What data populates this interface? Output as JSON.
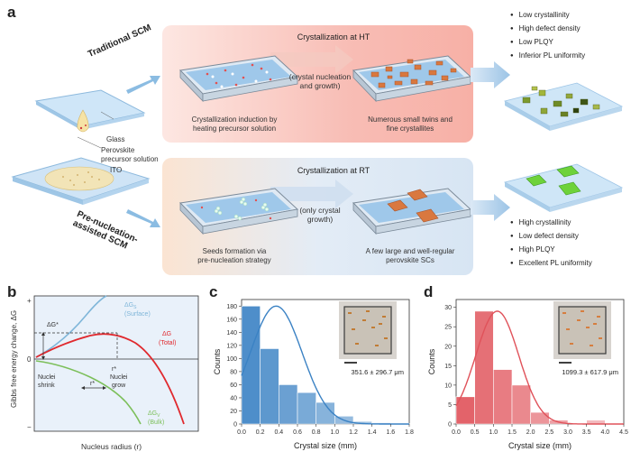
{
  "panel_a": {
    "label": "a",
    "traditional_label": "Traditional SCM",
    "prenuc_label_1": "Pre-nucleation-",
    "prenuc_label_2": "assisted SCM",
    "glass_label": "Glass",
    "precursor_label_1": "Perovskite",
    "precursor_label_2": "precursor solution",
    "ito_label": "ITO",
    "top": {
      "title": "Crystallization at HT",
      "middle_1": "(crystal nucleation",
      "middle_2": "and growth)",
      "left_caption_1": "Crystallization induction by",
      "left_caption_2": "heating precursor solution",
      "right_caption_1": "Numerous small twins and",
      "right_caption_2": "fine crystallites",
      "bullets": [
        "Low crystallinity",
        "High defect density",
        "Low PLQY",
        "Inferior PL uniformity"
      ]
    },
    "bottom": {
      "title": "Crystallization at RT",
      "middle_1": "(only crystal",
      "middle_2": "growth)",
      "left_caption_1": "Seeds formation via",
      "left_caption_2": "pre-nucleation strategy",
      "right_caption_1": "A few large and well-regular",
      "right_caption_2": "perovskite SCs",
      "bullets": [
        "High crystallinity",
        "Low defect density",
        "High PLQY",
        "Excellent PL uniformity"
      ]
    }
  },
  "panel_b": {
    "label": "b",
    "ylabel": "Gibbs free energy change, ΔG",
    "xlabel": "Nucleus radius (r)",
    "plus": "+",
    "zero": "0",
    "minus": "−",
    "surface_1": "ΔG",
    "surface_sub": "S",
    "surface_2": "(Surface)",
    "total_1": "ΔG",
    "total_2": "(Total)",
    "bulk_1": "ΔG",
    "bulk_sub": "V",
    "bulk_2": "(Bulk)",
    "dg_star": "ΔG*",
    "r_star": "r*",
    "nuclei_shrink_1": "Nuclei",
    "nuclei_shrink_2": "shrink",
    "nuclei_grow_1": "Nuclei",
    "nuclei_grow_2": "grow",
    "r_star_arrow": "r*",
    "colors": {
      "surface": "#7fb6d9",
      "total": "#e0292e",
      "bulk": "#7cbf5a",
      "bg": "#e9f1fa"
    }
  },
  "chart_data": [
    {
      "type": "bar",
      "panel": "c",
      "title": "",
      "xlabel": "Crystal size (mm)",
      "ylabel": "Counts",
      "bin_edges": [
        0.0,
        0.2,
        0.4,
        0.6,
        0.8,
        1.0,
        1.2,
        1.4,
        1.6,
        1.8
      ],
      "values": [
        180,
        115,
        60,
        48,
        33,
        12,
        4,
        2,
        1
      ],
      "fit_curve": "gaussian",
      "xlim": [
        0.0,
        1.8
      ],
      "ylim": [
        0,
        190
      ],
      "xticks": [
        "0.0",
        "0.2",
        "0.4",
        "0.6",
        "0.8",
        "1.0",
        "1.2",
        "1.4",
        "1.6",
        "1.8"
      ],
      "yticks": [
        "0",
        "20",
        "40",
        "60",
        "80",
        "100",
        "120",
        "140",
        "160",
        "180"
      ],
      "annotation": "351.6 ± 296.7 μm",
      "color": "#3b82c4"
    },
    {
      "type": "bar",
      "panel": "d",
      "title": "",
      "xlabel": "Crystal size (mm)",
      "ylabel": "Counts",
      "bin_edges": [
        0.0,
        0.5,
        1.0,
        1.5,
        2.0,
        2.5,
        3.0,
        3.5,
        4.0,
        4.5
      ],
      "values": [
        7,
        29,
        14,
        10,
        3,
        1,
        0,
        1,
        0
      ],
      "fit_curve": "gaussian",
      "xlim": [
        0.0,
        4.5
      ],
      "ylim": [
        0,
        32
      ],
      "xticks": [
        "0.0",
        "0.5",
        "1.0",
        "1.5",
        "2.0",
        "2.5",
        "3.0",
        "3.5",
        "4.0",
        "4.5"
      ],
      "yticks": [
        "0",
        "5",
        "10",
        "15",
        "20",
        "25",
        "30"
      ],
      "annotation": "1099.3 ± 617.9 μm",
      "color": "#e0525a"
    }
  ],
  "panel_c": {
    "label": "c"
  },
  "panel_d": {
    "label": "d"
  }
}
